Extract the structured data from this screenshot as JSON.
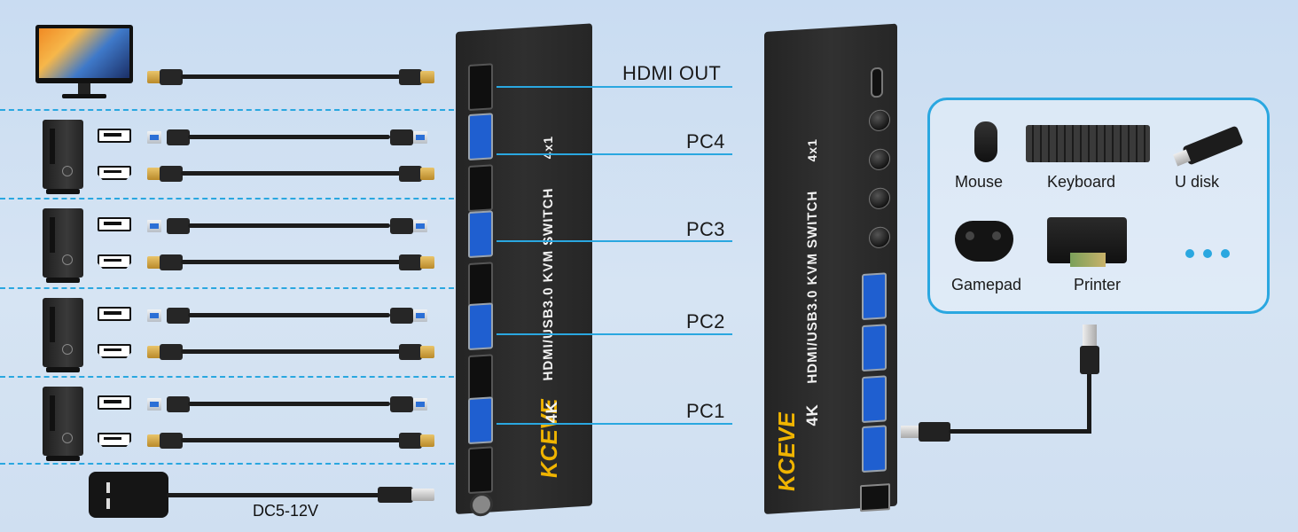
{
  "callouts": {
    "hdmi_out": "HDMI OUT",
    "pc4": "PC4",
    "pc3": "PC3",
    "pc2": "PC2",
    "pc1": "PC1"
  },
  "power_label": "DC5-12V",
  "switch": {
    "brand": "KCEVE",
    "model": "HDMI/USB3.0 KVM SWITCH",
    "ports": "4x1",
    "res": "4K"
  },
  "devices": {
    "mouse": "Mouse",
    "keyboard": "Keyboard",
    "udisk": "U disk",
    "gamepad": "Gamepad",
    "printer": "Printer"
  },
  "colors": {
    "accent": "#2aa7e0",
    "usb_blue": "#1f5fd0",
    "hdmi_gold": "#d4a640"
  }
}
